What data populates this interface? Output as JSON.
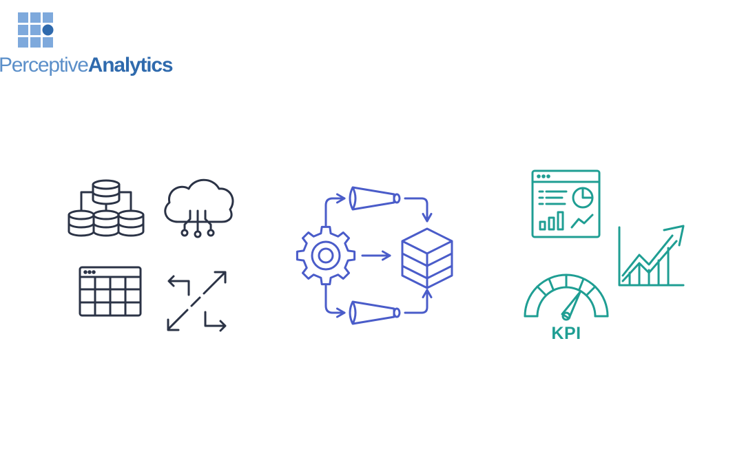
{
  "brand": {
    "name_part1": "Perceptive",
    "name_part2": "Analytics",
    "colors": {
      "light": "#5b8fc9",
      "dark": "#2f6aad"
    }
  },
  "diagram": {
    "kpi_label": "KPI",
    "icons": {
      "sources": [
        "database-cluster-icon",
        "cloud-icon",
        "table-icon",
        "transfer-arrows-icon"
      ],
      "processing": [
        "gear-icon",
        "funnel-icon",
        "funnel-icon",
        "data-stack-icon"
      ],
      "outputs": [
        "dashboard-icon",
        "growth-chart-icon",
        "gauge-icon"
      ]
    },
    "colors": {
      "sources": "#2b3346",
      "processing": "#4a5cc9",
      "outputs": "#1f9e93"
    }
  }
}
